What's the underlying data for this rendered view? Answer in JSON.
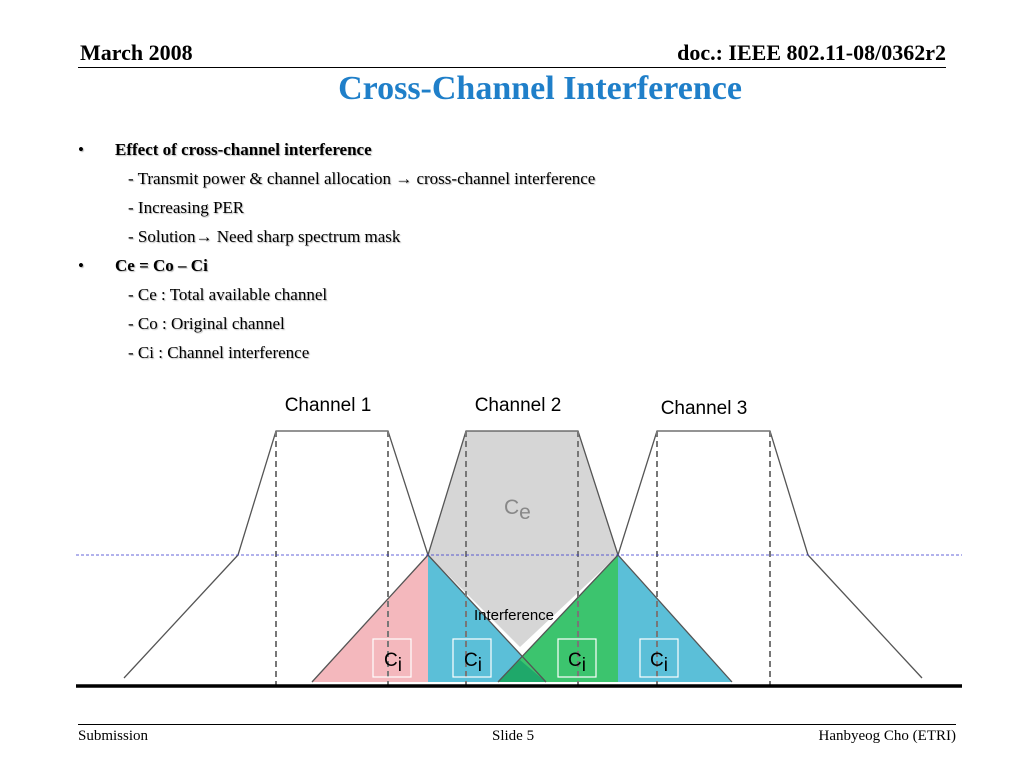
{
  "header": {
    "date": "March 2008",
    "doc": "doc.: IEEE 802.11-08/0362r2"
  },
  "title": "Cross-Channel Interference",
  "bullets": [
    {
      "text": "Effect of cross-channel interference",
      "sub": [
        "- Transmit power & channel allocation → cross-channel interference",
        "- Increasing PER",
        "- Solution→ Need sharp spectrum mask"
      ]
    },
    {
      "text": "Ce = Co – Ci",
      "sub": [
        "- Ce : Total available channel",
        "- Co : Original channel",
        "- Ci : Channel interference"
      ]
    }
  ],
  "diagram": {
    "channel_labels": [
      "Channel 1",
      "Channel 2",
      "Channel 3"
    ],
    "ce_label": {
      "main": "C",
      "sub": "e"
    },
    "interference_label": "Interference",
    "ci_label": {
      "main": "C",
      "sub": "i"
    },
    "colors": {
      "pink": "#f4b8bd",
      "blue": "#5bbfd8",
      "green": "#3cc46e",
      "gray": "#d6d6d6",
      "threshold_line": "#3333cc"
    }
  },
  "footer": {
    "left": "Submission",
    "center": "Slide 5",
    "right": "Hanbyeog Cho (ETRI)"
  }
}
